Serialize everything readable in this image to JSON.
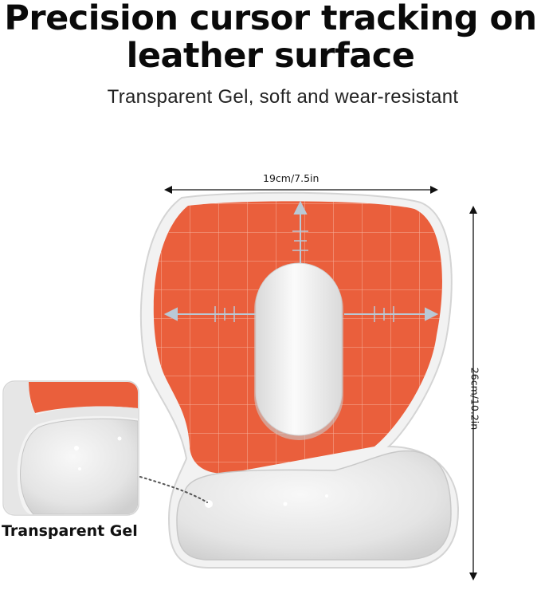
{
  "headline": {
    "line1": "Precision cursor tracking on",
    "line2": "leather surface"
  },
  "subheadline": "Transparent Gel, soft and wear-resistant",
  "dimensions": {
    "width": "19cm/7.5in",
    "height": "26cm/10.2in"
  },
  "callout": {
    "label": "Transparent Gel"
  },
  "colors": {
    "pad_surface": "#ea5f3c",
    "gel": "#ececec",
    "text": "#0a0a0a"
  }
}
